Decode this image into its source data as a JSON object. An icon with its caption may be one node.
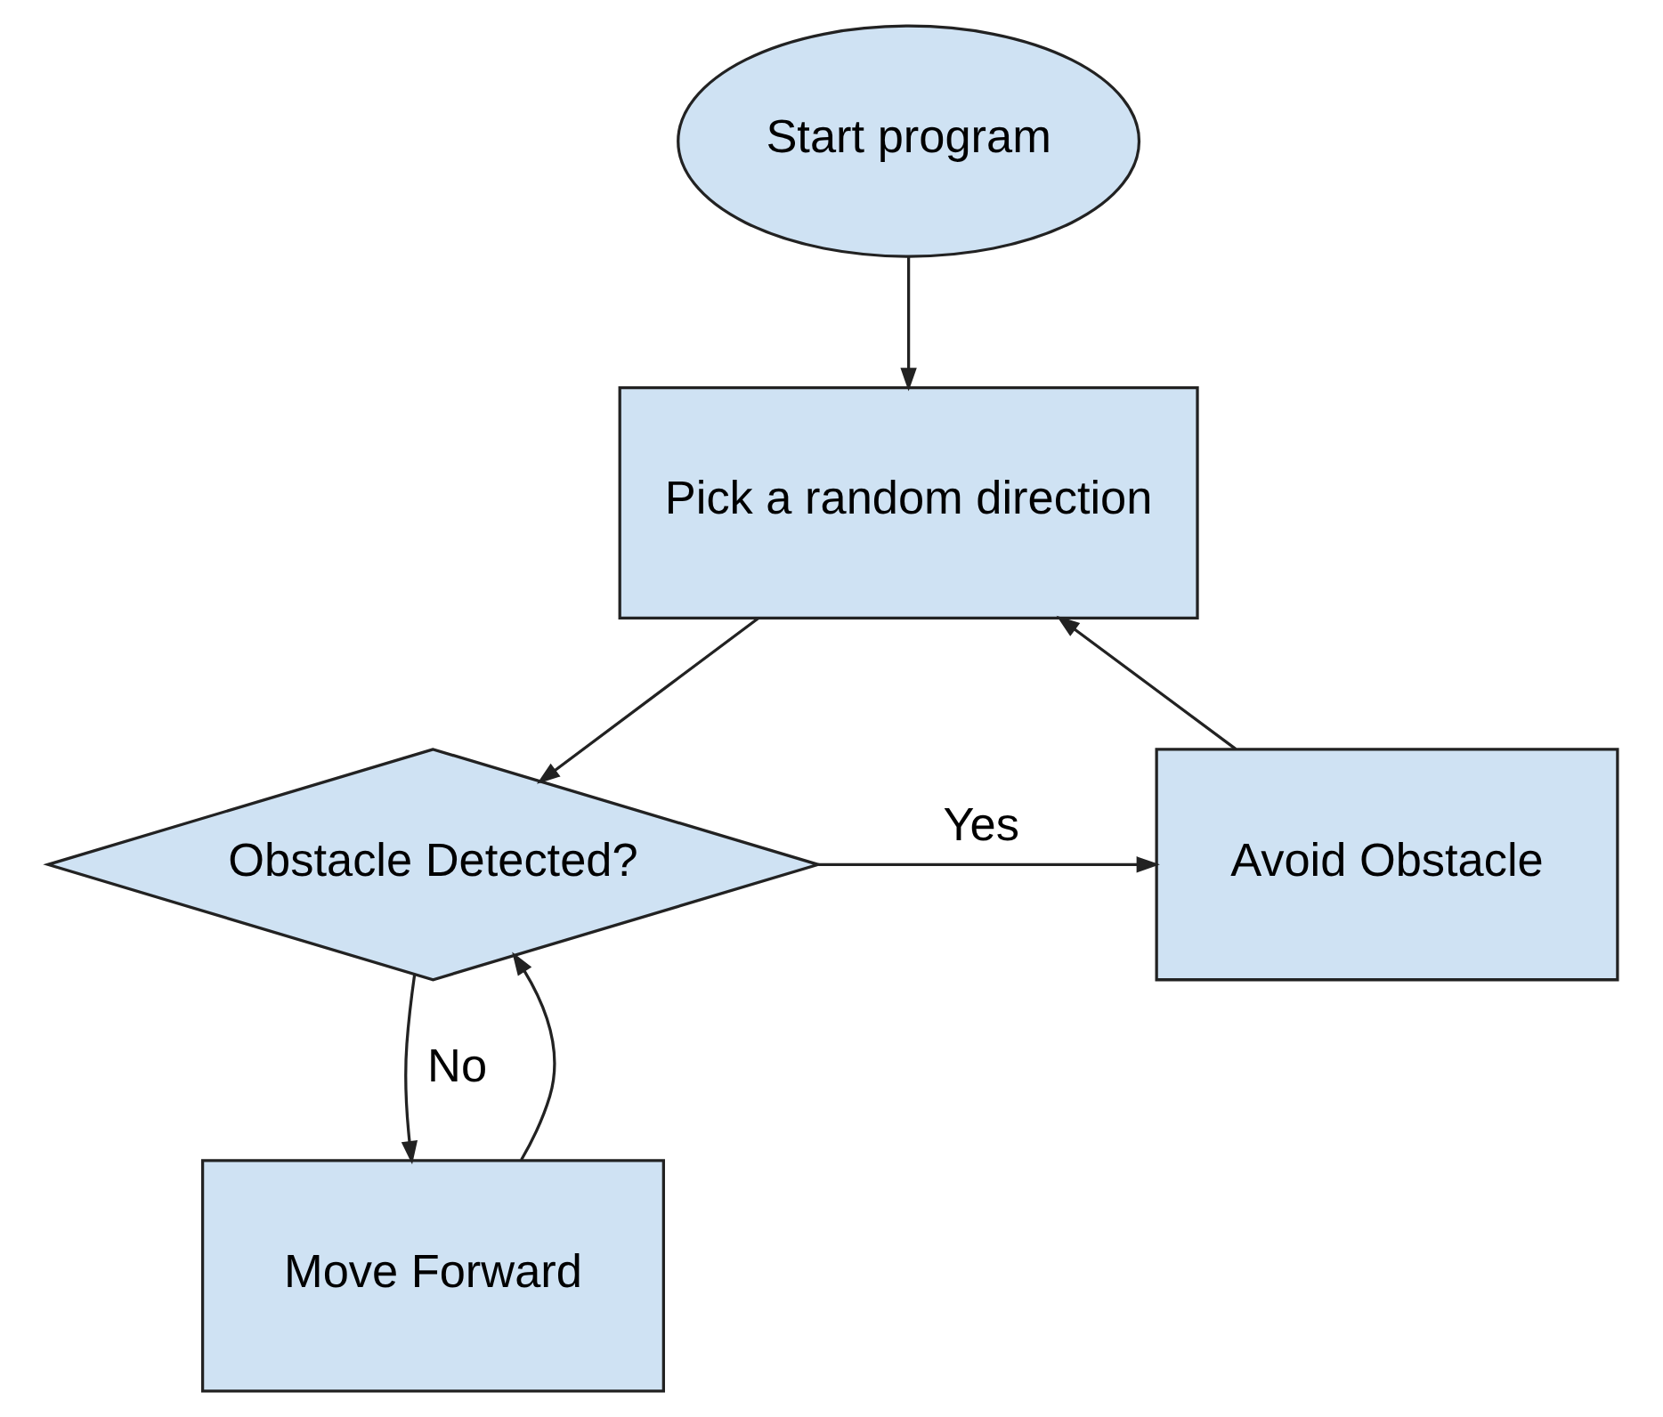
{
  "diagram": {
    "nodes": [
      {
        "text": [
          "Start program"
        ]
      },
      {
        "text": [
          "Pick a random direction"
        ]
      },
      {
        "text": [
          "Obstacle Detected?"
        ]
      },
      {
        "text": [
          "Avoid Obstacle"
        ]
      },
      {
        "text": [
          "Move Forward"
        ]
      }
    ],
    "edges": [
      {
        "from": 0,
        "to": 1,
        "arrow": "to"
      },
      {
        "from": 1,
        "to": 2,
        "arrow": "to"
      },
      {
        "from": 2,
        "to": 3,
        "label": "Yes",
        "arrow": "to"
      },
      {
        "from": 3,
        "to": 1,
        "arrow": "to"
      },
      {
        "from": 2,
        "to": 4,
        "label": "No",
        "arrow": "to"
      },
      {
        "from": 4,
        "to": 2,
        "arrow": "to"
      }
    ]
  }
}
